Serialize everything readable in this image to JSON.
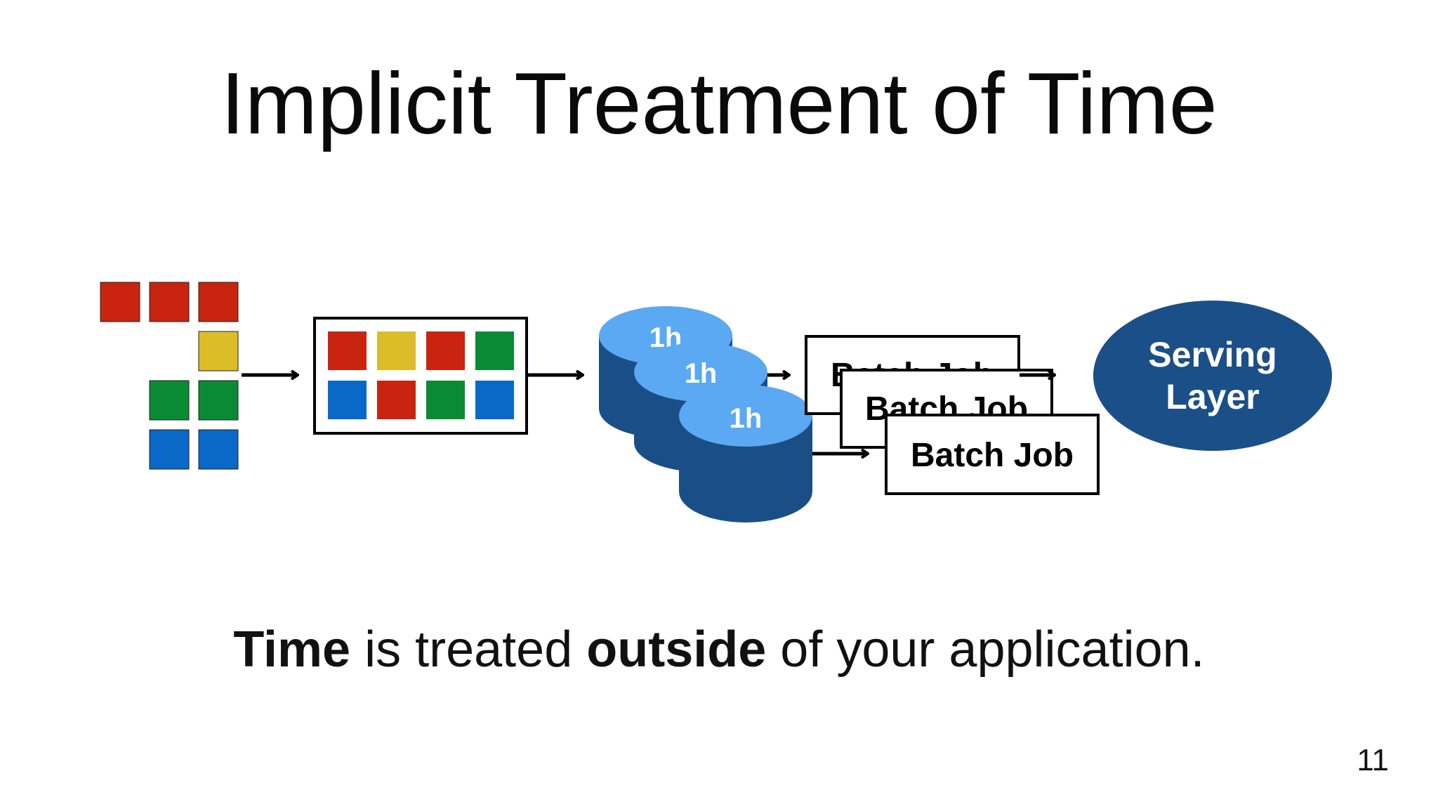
{
  "slide": {
    "title": "Implicit Treatment of Time",
    "page_number": "11"
  },
  "caption": {
    "part1": "Time",
    "part2": " is treated ",
    "part3": "outside",
    "part4": " of your application."
  },
  "diagram": {
    "partition_labels": [
      "1h",
      "1h",
      "1h"
    ],
    "batch_job_labels": [
      "Batch Job",
      "Batch Job",
      "Batch Job"
    ],
    "serving_layer_lines": [
      "Serving",
      "Layer"
    ],
    "colors": {
      "red": "#c8240f",
      "yellow": "#dbbd2a",
      "green": "#0b8a35",
      "blue": "#0a68c8",
      "db_light": "#5aa9f2",
      "db_dark": "#1a4e86",
      "serving": "#1b4f88"
    }
  }
}
